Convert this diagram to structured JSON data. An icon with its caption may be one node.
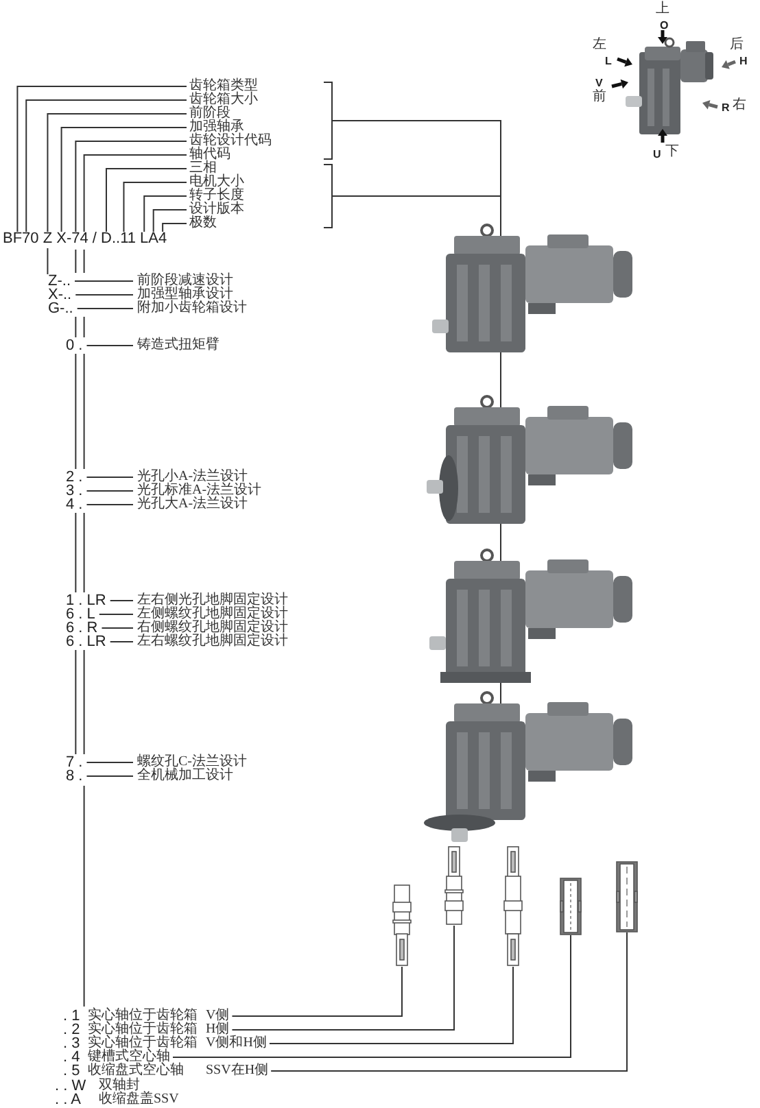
{
  "diagram": {
    "nodes": [
      {
        "text": [
          "齿轮箱类型"
        ]
      },
      {
        "text": [
          "齿轮箱大小"
        ]
      },
      {
        "text": [
          "前阶段"
        ]
      },
      {
        "text": [
          "加强轴承"
        ]
      },
      {
        "text": [
          "齿轮设计代码"
        ]
      },
      {
        "text": [
          "轴代码"
        ]
      },
      {
        "text": [
          "三相"
        ]
      },
      {
        "text": [
          "电机大小"
        ]
      },
      {
        "text": [
          "转子长度"
        ]
      },
      {
        "text": [
          "设计版本"
        ]
      },
      {
        "text": [
          "极数"
        ]
      },
      {
        "text": [
          "BF70 Z X-74 / D..11 LA4"
        ]
      },
      {
        "text": [
          "Z-.."
        ]
      },
      {
        "text": [
          "前阶段减速设计"
        ]
      },
      {
        "text": [
          "X-.."
        ]
      },
      {
        "text": [
          "加强型轴承设计"
        ]
      },
      {
        "text": [
          "G-.."
        ]
      },
      {
        "text": [
          "附加小齿轮箱设计"
        ]
      },
      {
        "text": [
          "0 ."
        ]
      },
      {
        "text": [
          "铸造式扭矩臂"
        ]
      },
      {
        "text": [
          "2 ."
        ]
      },
      {
        "text": [
          "光孔小A-法兰设计"
        ]
      },
      {
        "text": [
          "3 ."
        ]
      },
      {
        "text": [
          "光孔标准A-法兰设计"
        ]
      },
      {
        "text": [
          "4 ."
        ]
      },
      {
        "text": [
          "光孔大A-法兰设计"
        ]
      },
      {
        "text": [
          "1 . LR"
        ]
      },
      {
        "text": [
          "左右侧光孔地脚固定设计"
        ]
      },
      {
        "text": [
          "6 . L"
        ]
      },
      {
        "text": [
          "左侧螺纹孔地脚固定设计"
        ]
      },
      {
        "text": [
          "6 . R"
        ]
      },
      {
        "text": [
          "右侧螺纹孔地脚固定设计"
        ]
      },
      {
        "text": [
          "6 . LR"
        ]
      },
      {
        "text": [
          "左右螺纹孔地脚固定设计"
        ]
      },
      {
        "text": [
          "7 ."
        ]
      },
      {
        "text": [
          "螺纹孔C-法兰设计"
        ]
      },
      {
        "text": [
          "8 ."
        ]
      },
      {
        "text": [
          "全机械加工设计"
        ]
      },
      {
        "text": [
          "V侧"
        ]
      },
      {
        "text": [
          "H侧"
        ]
      },
      {
        "text": [
          "V侧和H侧"
        ]
      },
      {
        "text": [
          "键槽式空心轴"
        ]
      },
      {
        "text": [
          "SSV在H侧"
        ]
      },
      {
        "text": [],
        "shape": "picture"
      },
      {
        "text": [],
        "shape": "picture"
      },
      {
        "text": [],
        "shape": "picture"
      },
      {
        "text": [],
        "shape": "picture"
      },
      {
        "text": [],
        "shape": "picture"
      }
    ],
    "edges": [
      {
        "from": 0,
        "to": 11,
        "arrow": "none"
      },
      {
        "from": 1,
        "to": 11,
        "arrow": "none"
      },
      {
        "from": 2,
        "to": 11,
        "arrow": "none"
      },
      {
        "from": 3,
        "to": 11,
        "arrow": "none"
      },
      {
        "from": 4,
        "to": 11,
        "arrow": "none"
      },
      {
        "from": 5,
        "to": 11,
        "arrow": "none"
      },
      {
        "from": 6,
        "to": 11,
        "arrow": "none"
      },
      {
        "from": 7,
        "to": 11,
        "arrow": "none"
      },
      {
        "from": 8,
        "to": 11,
        "arrow": "none"
      },
      {
        "from": 9,
        "to": 11,
        "arrow": "none"
      },
      {
        "from": 10,
        "to": 11,
        "arrow": "none"
      },
      {
        "from": 11,
        "to": 12,
        "arrow": "none"
      },
      {
        "from": 12,
        "to": 13,
        "arrow": "none"
      },
      {
        "from": 14,
        "to": 15,
        "arrow": "none"
      },
      {
        "from": 16,
        "to": 17,
        "arrow": "none"
      },
      {
        "from": 18,
        "to": 19,
        "arrow": "none"
      },
      {
        "from": 20,
        "to": 21,
        "arrow": "none"
      },
      {
        "from": 22,
        "to": 23,
        "arrow": "none"
      },
      {
        "from": 24,
        "to": 25,
        "arrow": "none"
      },
      {
        "from": 26,
        "to": 27,
        "arrow": "none"
      },
      {
        "from": 28,
        "to": 29,
        "arrow": "none"
      },
      {
        "from": 30,
        "to": 31,
        "arrow": "none"
      },
      {
        "from": 32,
        "to": 33,
        "arrow": "none"
      },
      {
        "from": 34,
        "to": 35,
        "arrow": "none"
      },
      {
        "from": 36,
        "to": 37,
        "arrow": "none"
      },
      {
        "from": 43,
        "to": 38,
        "arrow": "none"
      },
      {
        "from": 44,
        "to": 39,
        "arrow": "none"
      },
      {
        "from": 45,
        "to": 40,
        "arrow": "none"
      },
      {
        "from": 46,
        "to": 41,
        "arrow": "none"
      },
      {
        "from": 47,
        "to": 42,
        "arrow": "none"
      },
      {
        "from": 11,
        "to": 12,
        "arrow": "none"
      },
      {
        "from": 11,
        "to": 12,
        "arrow": "none"
      },
      {
        "from": 16,
        "to": 18,
        "arrow": "none"
      },
      {
        "from": 16,
        "to": 18,
        "arrow": "none"
      },
      {
        "from": 18,
        "to": 20,
        "arrow": "none"
      },
      {
        "from": 18,
        "to": 20,
        "arrow": "none"
      },
      {
        "from": 24,
        "to": 26,
        "arrow": "none"
      },
      {
        "from": 24,
        "to": 26,
        "arrow": "none"
      },
      {
        "from": 32,
        "to": 34,
        "arrow": "none"
      },
      {
        "from": 32,
        "to": 34,
        "arrow": "none"
      }
    ],
    "labels": [
      "上",
      "O",
      "左",
      "L",
      "后",
      "H",
      "V",
      "前",
      "R",
      "右",
      "U",
      "下",
      ". 1",
      "实心轴位于齿轮箱",
      ". 2",
      "实心轴位于齿轮箱",
      ". 3",
      "实心轴位于齿轮箱",
      ". 4",
      ". 5",
      "收缩盘式空心轴",
      ". . W",
      "双轴封",
      ". . A",
      "收缩盘盖SSV"
    ]
  }
}
